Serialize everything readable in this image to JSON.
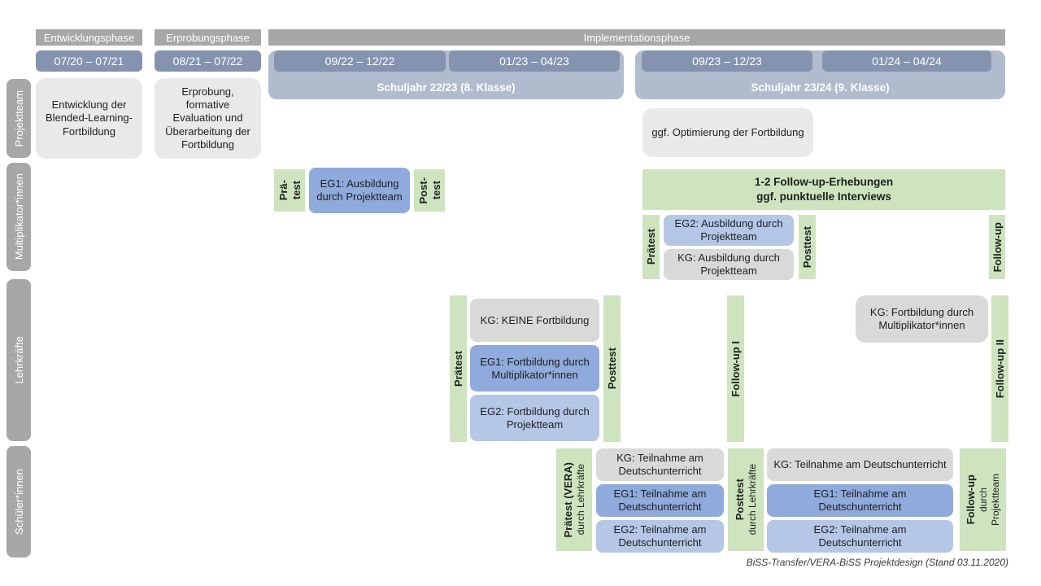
{
  "meta": {
    "caption": "BiSS-Transfer/VERA-BiSS Projektdesign (Stand 03.11.2020)"
  },
  "colors": {
    "header_gray": "#a7a7a7",
    "date_bar_blue": "#8494b0",
    "year_container_blue": "#b0bccd",
    "light_gray_box": "#e9e9e9",
    "kg_gray": "#d9d9d9",
    "eg1_blue": "#8faadc",
    "eg2_blue": "#b5c7e7",
    "green": "#cde4be"
  },
  "phases": [
    {
      "label": "Entwicklungsphase"
    },
    {
      "label": "Erprobungsphase"
    },
    {
      "label": "Implementationsphase"
    }
  ],
  "timeline": {
    "date_ranges": [
      "07/20 – 07/21",
      "08/21 – 07/22",
      "09/22 – 12/22",
      "01/23 – 04/23",
      "09/23 – 12/23",
      "01/24 – 04/24"
    ],
    "school_years": [
      "Schuljahr 22/23 (8. Klasse)",
      "Schuljahr 23/24 (9. Klasse)"
    ]
  },
  "row_labels": [
    "Projektteam",
    "Multiplikator*innen",
    "Lehrkräfte",
    "Schüler*innen"
  ],
  "projektteam": {
    "entwicklung": "Entwicklung der Blended-Learning-Fortbildung",
    "erprobung": "Erprobung, formative Evaluation und Überarbeitung der Fortbildung",
    "optimierung": "ggf. Optimierung der Fortbildung"
  },
  "multiplikatoren": {
    "praetest1_line1": "Prä-",
    "praetest1_line2": "test",
    "eg1": "EG1: Ausbildung durch Projektteam",
    "posttest1_line1": "Post-",
    "posttest1_line2": "test",
    "followup_box_line1": "1-2 Follow-up-Erhebungen",
    "followup_box_line2": "ggf. punktuelle Interviews",
    "praetest2": "Prätest",
    "eg2": "EG2: Ausbildung durch Projektteam",
    "kg": "KG: Ausbildung durch Projektteam",
    "posttest2": "Posttest",
    "followup": "Follow-up"
  },
  "lehrkraefte": {
    "praetest": "Prätest",
    "kg": "KG: KEINE Fortbildung",
    "eg1": "EG1: Fortbildung durch Multiplikator*innen",
    "eg2": "EG2: Fortbildung durch Projektteam",
    "posttest": "Posttest",
    "followup1": "Follow-up I",
    "kg2": "KG: Fortbildung durch Multiplikator*innen",
    "followup2": "Follow-up II"
  },
  "schueler": {
    "praetest_main": "Prätest (VERA)",
    "praetest_sub": "durch Lehrkräfte",
    "kg1": "KG: Teilnahme am Deutschunterricht",
    "eg1a": "EG1: Teilnahme am Deutschunterricht",
    "eg2a": "EG2: Teilnahme am Deutschunterricht",
    "posttest_main": "Posttest",
    "posttest_sub": "durch Lehrkräfte",
    "kg2": "KG: Teilnahme am Deutschunterricht",
    "eg1b": "EG1: Teilnahme am Deutschunterricht",
    "eg2b": "EG2: Teilnahme am Deutschunterricht",
    "followup_main": "Follow-up",
    "followup_sub1": "durch",
    "followup_sub2": "Projektteam"
  }
}
